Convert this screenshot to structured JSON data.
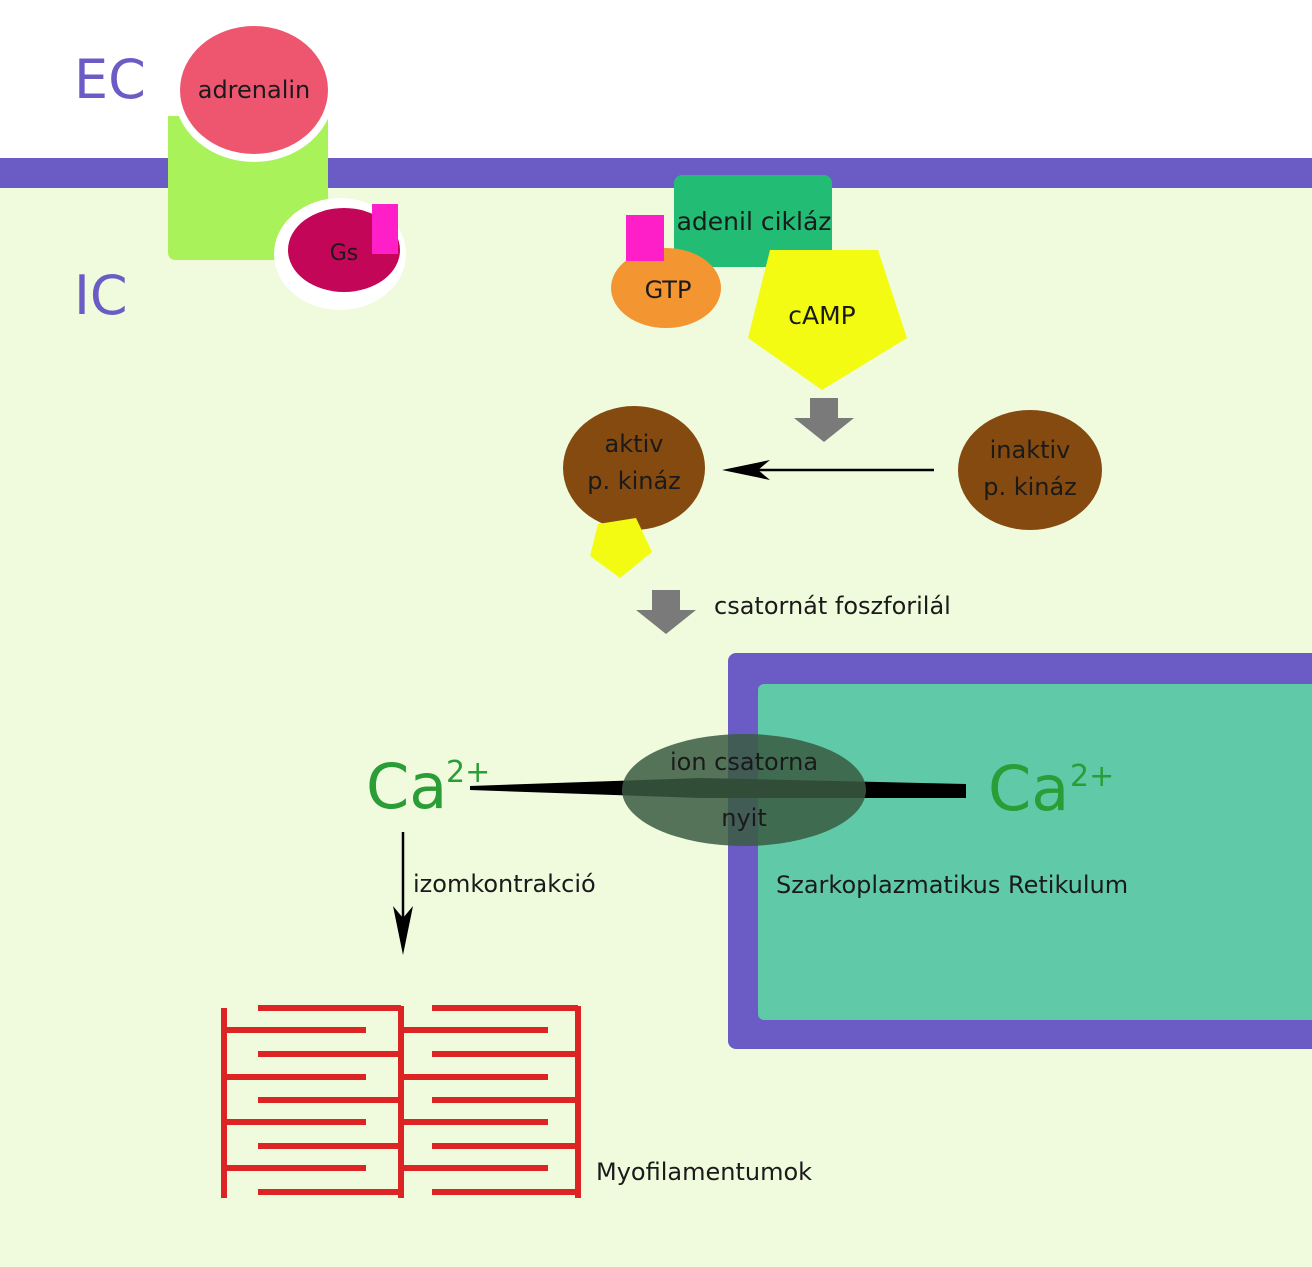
{
  "regions": {
    "extracellular": "EC",
    "intracellular": "IC"
  },
  "molecules": {
    "adrenalin": "adrenalin",
    "gs": "Gs",
    "adenyl_cyclase": "adenil cikláz",
    "gtp": "GTP",
    "camp": "cAMP",
    "active_kinase_line1": "aktiv",
    "active_kinase_line2": "p. kináz",
    "inactive_kinase_line1": "inaktiv",
    "inactive_kinase_line2": "p. kináz"
  },
  "steps": {
    "phosphorylation": "csatornát foszforilál",
    "channel_top": "ion csatorna",
    "channel_bottom": "nyit",
    "contraction": "izomkontrakció"
  },
  "ions": {
    "cytosol_symbol": "Ca",
    "cytosol_charge": "2+",
    "sr_symbol": "Ca",
    "sr_charge": "2+"
  },
  "structures": {
    "sarcoplasmic_reticulum": "Szarkoplazmatikus Retikulum",
    "myofilaments": "Myofilamentumok"
  },
  "colors": {
    "cytoplasm": "#f0fbdd",
    "membrane": "#6a5cc4",
    "label_region": "#6a5cc4",
    "adrenalin": "#ee5670",
    "receptor": "#a9f25a",
    "gs": "#c30657",
    "magenta_tag": "#ff1fc9",
    "adenyl_cyclase": "#22bc75",
    "gtp": "#f39530",
    "camp": "#f4fb12",
    "kinase": "#854a10",
    "grey_arrow": "#7a7a7a",
    "sr_fill": "#60caa8",
    "channel": "#3a5a42",
    "calcium": "#2a9d36",
    "myofilament": "#dd2424"
  }
}
